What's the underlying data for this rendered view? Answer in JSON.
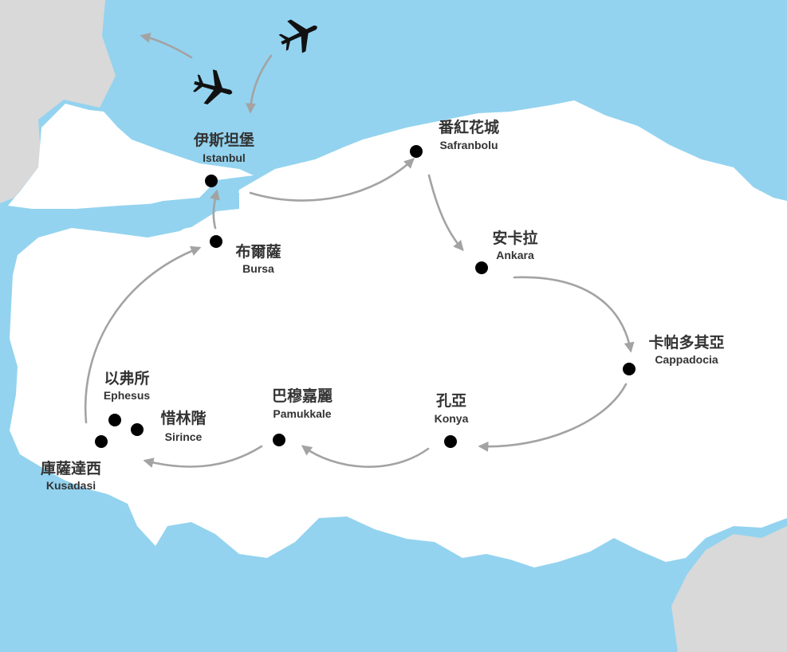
{
  "colors": {
    "sea": "#93d3ef",
    "land": "#ffffff",
    "neighbor_land": "#d9d9d9",
    "route": "#a3a3a3",
    "marker": "#000000",
    "text": "#333333"
  },
  "stops": [
    {
      "id": "istanbul",
      "zh": "伊斯坦堡",
      "en": "Istanbul"
    },
    {
      "id": "safranbolu",
      "zh": "番紅花城",
      "en": "Safranbolu"
    },
    {
      "id": "ankara",
      "zh": "安卡拉",
      "en": "Ankara"
    },
    {
      "id": "cappadocia",
      "zh": "卡帕多其亞",
      "en": "Cappadocia"
    },
    {
      "id": "konya",
      "zh": "孔亞",
      "en": "Konya"
    },
    {
      "id": "pamukkale",
      "zh": "巴穆嘉麗",
      "en": "Pamukkale"
    },
    {
      "id": "sirince",
      "zh": "惜林階",
      "en": "Sirince"
    },
    {
      "id": "ephesus",
      "zh": "以弗所",
      "en": "Ephesus"
    },
    {
      "id": "kusadasi",
      "zh": "庫薩達西",
      "en": "Kusadasi"
    },
    {
      "id": "bursa",
      "zh": "布爾薩",
      "en": "Bursa"
    }
  ],
  "route_order": [
    "istanbul",
    "safranbolu",
    "ankara",
    "cappadocia",
    "konya",
    "pamukkale",
    "kusadasi",
    "bursa",
    "istanbul"
  ],
  "icons": [
    "airplane-arriving-icon",
    "airplane-departing-icon"
  ]
}
